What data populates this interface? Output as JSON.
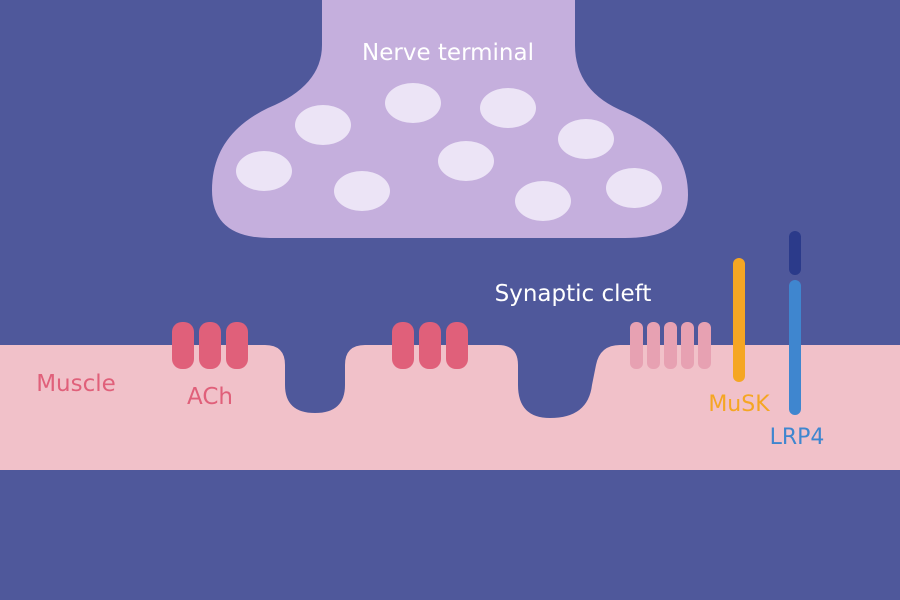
{
  "labels": {
    "nerve_terminal": "Nerve terminal",
    "synaptic_cleft": "Synaptic cleft",
    "muscle": "Muscle",
    "ach": "ACh",
    "musk": "MuSK",
    "lrp4": "LRP4"
  },
  "colors": {
    "background": "#4f589b",
    "nerve_terminal": "#c5afdd",
    "vesicle": "#ece4f6",
    "muscle": "#f1c1c9",
    "receptor": "#e0607a",
    "receptor_faded": "#e7a1b2",
    "musk": "#f5a623",
    "lrp4": "#3f86cf",
    "lrp4_tip": "#2b3a8a",
    "text_light": "#ffffff",
    "text_muscle": "#e0607a",
    "text_musk": "#f5a623",
    "text_lrp4": "#3f86cf"
  }
}
